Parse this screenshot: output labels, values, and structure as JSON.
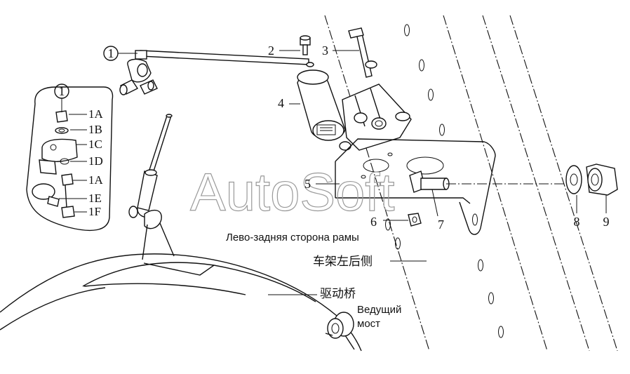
{
  "watermark": "AutoSoft",
  "callouts": {
    "c1": "1",
    "c1_detail": "1",
    "c2": "2",
    "c3": "3",
    "c4": "4",
    "c5": "5",
    "c6": "6",
    "c7": "7",
    "c8": "8",
    "c9": "9"
  },
  "detail_parts": {
    "p1a_top": "1A",
    "p1b": "1B",
    "p1c": "1C",
    "p1d": "1D",
    "p1a_bottom": "1A",
    "p1e": "1E",
    "p1f": "1F"
  },
  "labels": {
    "frame_ru": "Лево-задняя сторона рамы",
    "frame_cn": "车架左后侧",
    "axle_cn": "驱动桥",
    "axle_ru_line1": "Ведущий",
    "axle_ru_line2": "мост"
  }
}
